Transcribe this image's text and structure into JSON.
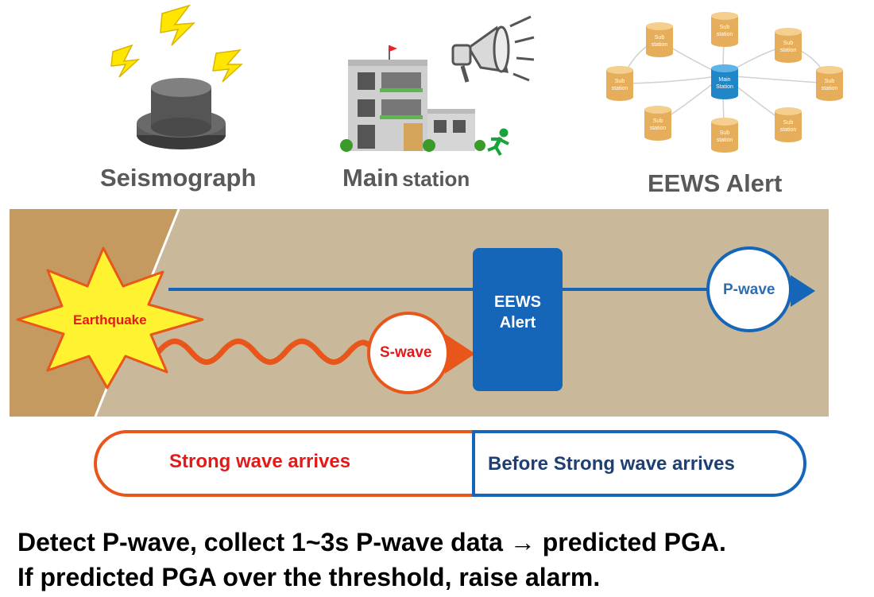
{
  "labels": {
    "seismograph": "Seismograph",
    "main_station_bold": "Main",
    "main_station_rest": "station",
    "eews_alert": "EEWS Alert"
  },
  "network": {
    "main": [
      "Main",
      "Station"
    ],
    "sub": [
      "Sub",
      "station"
    ]
  },
  "diagram": {
    "earthquake": "Earthquake",
    "s_wave": "S-wave",
    "p_wave": "P-wave",
    "alert_box": [
      "EEWS",
      "Alert"
    ]
  },
  "timeline": {
    "left": "Strong wave arrives",
    "right": "Before Strong wave arrives"
  },
  "caption": {
    "line1": "Detect P-wave, collect 1~3s P-wave data → predicted PGA.",
    "line2": "If predicted  PGA over the threshold, raise alarm."
  },
  "colors": {
    "ground": "#c9b99a",
    "ground_dark": "#c49a60",
    "blue": "#1565b8",
    "orange": "#e8561c",
    "red": "#e61919",
    "navy": "#1f3f73",
    "label_gray": "#595959",
    "cylinder": "#e6ae5a"
  },
  "icons": [
    "lightning-icon",
    "seismograph-icon",
    "building-icon",
    "megaphone-icon",
    "running-person-icon",
    "network-icon"
  ]
}
